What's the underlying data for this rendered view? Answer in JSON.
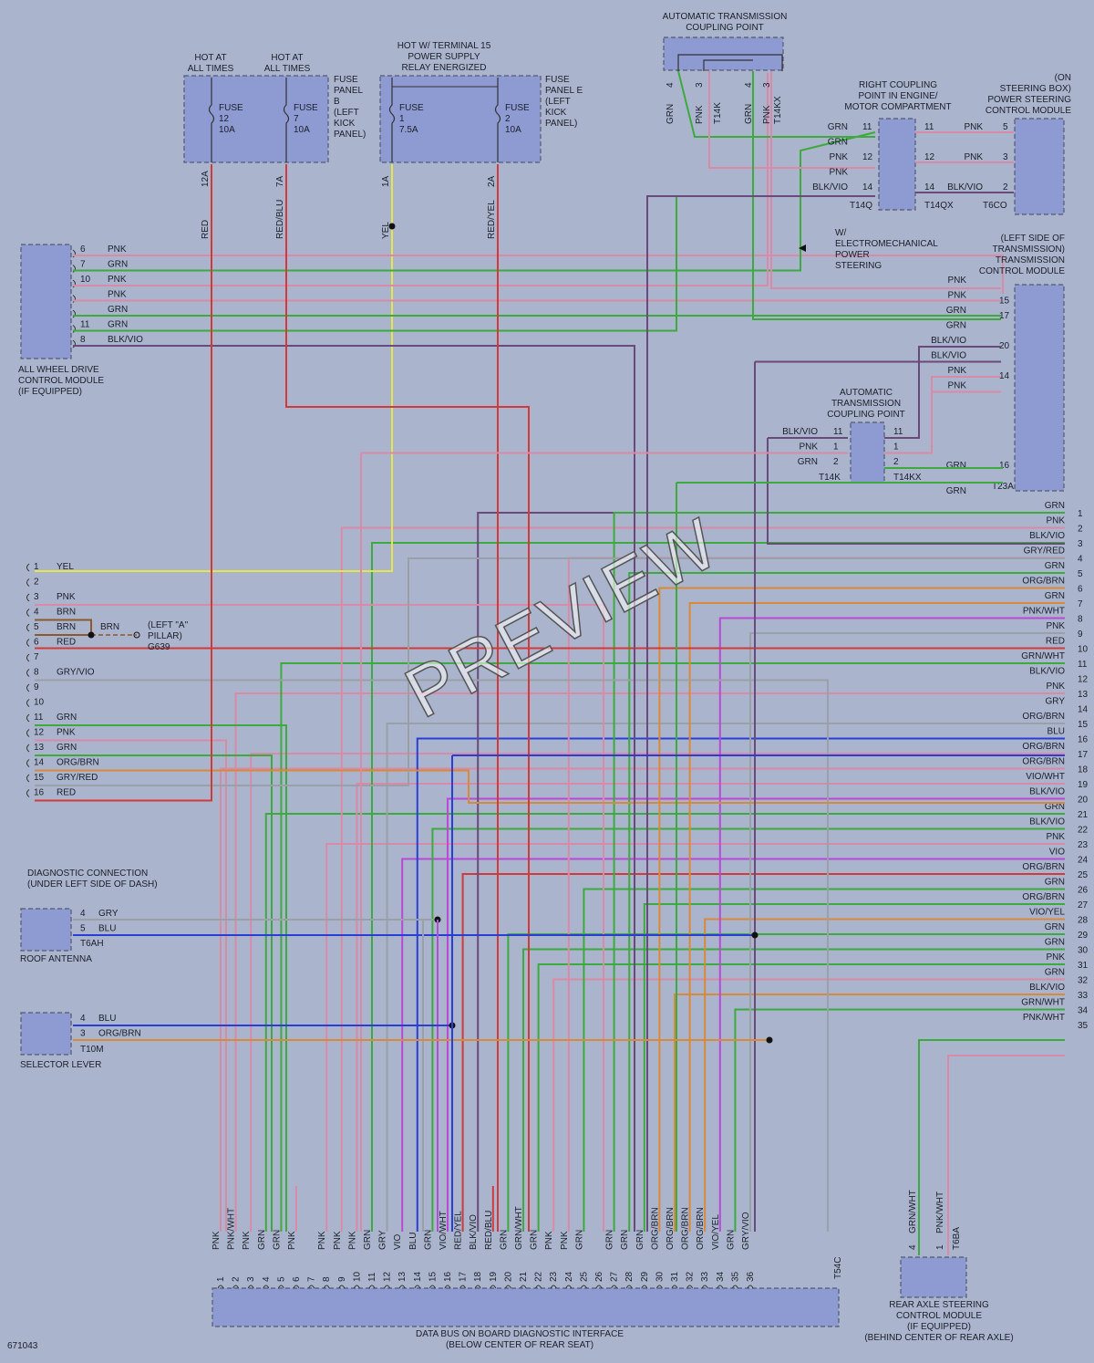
{
  "diagram_id": "671043",
  "watermark": "PREVIEW",
  "labels": {
    "hot_always_1": "HOT AT\nALL TIMES",
    "hot_always_2": "HOT AT\nALL TIMES",
    "hot_terminal15": "HOT W/ TERMINAL 15\nPOWER SUPPLY\nRELAY ENERGIZED",
    "fuse_panel_b": "FUSE\nPANEL\nB\n(LEFT\nKICK\nPANEL)",
    "fuse_panel_e": "FUSE\nPANEL E\n(LEFT\nKICK\nPANEL)",
    "atcp_top": "AUTOMATIC TRANSMISSION\nCOUPLING POINT",
    "right_coupling": "RIGHT COUPLING\nPOINT IN ENGINE/\nMOTOR COMPARTMENT",
    "steering_module": "(ON\nSTEERING BOX)\nPOWER STEERING\nCONTROL MODULE",
    "electromech": "W/\nELECTROMECHANICAL\nPOWER\nSTEERING",
    "tcm": "(LEFT SIDE OF\nTRANSMISSION)\nTRANSMISSION\nCONTROL MODULE",
    "awd": "ALL WHEEL DRIVE\nCONTROL MODULE\n(IF EQUIPPED)",
    "atcp_mid": "AUTOMATIC\nTRANSMISSION\nCOUPLING POINT",
    "left_a_pillar": "(LEFT \"A\"\nPILLAR)\nG639",
    "diag_conn": "DIAGNOSTIC CONNECTION\n(UNDER LEFT SIDE OF DASH)",
    "roof_antenna": "ROOF ANTENNA",
    "selector_lever": "SELECTOR LEVER",
    "gateway": "DATA BUS ON BOARD DIAGNOSTIC INTERFACE\n(BELOW CENTER OF REAR SEAT)",
    "rear_axle": "REAR AXLE STEERING\nCONTROL MODULE\n(IF EQUIPPED)\n(BEHIND CENTER OF REAR AXLE)"
  },
  "fuses": [
    {
      "name": "FUSE\n12\n10A",
      "circuit": "12A",
      "wire": "RED"
    },
    {
      "name": "FUSE\n7\n10A",
      "circuit": "7A",
      "wire": "RED/BLU"
    },
    {
      "name": "FUSE\n1\n7.5A",
      "circuit": "1A",
      "wire": "YEL"
    },
    {
      "name": "FUSE\n2\n10A",
      "circuit": "2A",
      "wire": "RED/YEL"
    }
  ],
  "connectors": {
    "t14q": "T14Q",
    "t14qx": "T14QX",
    "t6co": "T6CO",
    "t14k": "T14K",
    "t14kx": "T14KX",
    "t23a": "T23A",
    "t6ah": "T6AH",
    "t10m": "T10M",
    "t54c": "T54C",
    "t6ba": "T6BA"
  },
  "top_coupling_wires": [
    {
      "pin": "4",
      "wire": "GRN"
    },
    {
      "pin": "3",
      "wire": "PNK"
    },
    {
      "pin": "",
      "wire": "T14K"
    },
    {
      "pin": "4",
      "wire": "GRN"
    },
    {
      "pin": "3",
      "wire": "PNK"
    },
    {
      "pin": "",
      "wire": "T14KX"
    }
  ],
  "right_coupling_rows": [
    {
      "left": "GRN",
      "lpin": "11",
      "rpin": "11",
      "right": "PNK",
      "mpin": "5"
    },
    {
      "left": "GRN",
      "lpin": "",
      "rpin": "",
      "right": "",
      "mpin": ""
    },
    {
      "left": "PNK",
      "lpin": "12",
      "rpin": "12",
      "right": "PNK",
      "mpin": "3"
    },
    {
      "left": "PNK",
      "lpin": "",
      "rpin": "",
      "right": "",
      "mpin": ""
    },
    {
      "left": "BLK/VIO",
      "lpin": "14",
      "rpin": "14",
      "right": "BLK/VIO",
      "mpin": "2"
    }
  ],
  "awd_pins": [
    {
      "pin": "6",
      "wire": "PNK"
    },
    {
      "pin": "7",
      "wire": "GRN"
    },
    {
      "pin": "10",
      "wire": "PNK"
    },
    {
      "pin": "",
      "wire": "PNK"
    },
    {
      "pin": "",
      "wire": "GRN"
    },
    {
      "pin": "11",
      "wire": "GRN"
    },
    {
      "pin": "8",
      "wire": "BLK/VIO"
    }
  ],
  "tcm_pins": [
    {
      "pin": "",
      "wire": "PNK"
    },
    {
      "pin": "15",
      "wire": "PNK"
    },
    {
      "pin": "17",
      "wire": "GRN"
    },
    {
      "pin": "",
      "wire": "GRN"
    },
    {
      "pin": "20",
      "wire": "BLK/VIO"
    },
    {
      "pin": "",
      "wire": "BLK/VIO"
    },
    {
      "pin": "14",
      "wire": "PNK"
    },
    {
      "pin": "",
      "wire": "PNK"
    }
  ],
  "mid_coupling_rows": [
    {
      "left": "BLK/VIO",
      "lpin": "11",
      "rpin": "11"
    },
    {
      "left": "PNK",
      "lpin": "1",
      "rpin": "1"
    },
    {
      "left": "GRN",
      "lpin": "2",
      "rpin": "2",
      "right": "GRN",
      "mpin": "16"
    }
  ],
  "tcm_extra_grn": "GRN",
  "diag_pins": [
    {
      "pin": "1",
      "wire": "YEL"
    },
    {
      "pin": "2",
      "wire": ""
    },
    {
      "pin": "3",
      "wire": "PNK"
    },
    {
      "pin": "4",
      "wire": "BRN"
    },
    {
      "pin": "5",
      "wire": "BRN"
    },
    {
      "pin": "6",
      "wire": "RED"
    },
    {
      "pin": "7",
      "wire": ""
    },
    {
      "pin": "8",
      "wire": "GRY/VIO"
    },
    {
      "pin": "9",
      "wire": ""
    },
    {
      "pin": "10",
      "wire": ""
    },
    {
      "pin": "11",
      "wire": "GRN"
    },
    {
      "pin": "12",
      "wire": "PNK"
    },
    {
      "pin": "13",
      "wire": "GRN"
    },
    {
      "pin": "14",
      "wire": "ORG/BRN"
    },
    {
      "pin": "15",
      "wire": "GRY/RED"
    },
    {
      "pin": "16",
      "wire": "RED"
    }
  ],
  "ground_wire": "BRN",
  "roof_pins": [
    {
      "pin": "4",
      "wire": "GRY"
    },
    {
      "pin": "5",
      "wire": "BLU"
    }
  ],
  "selector_pins": [
    {
      "pin": "4",
      "wire": "BLU"
    },
    {
      "pin": "3",
      "wire": "ORG/BRN"
    }
  ],
  "right_list": [
    {
      "n": "1",
      "w": "GRN"
    },
    {
      "n": "2",
      "w": "PNK"
    },
    {
      "n": "3",
      "w": "BLK/VIO"
    },
    {
      "n": "4",
      "w": "GRY/RED"
    },
    {
      "n": "5",
      "w": "GRN"
    },
    {
      "n": "6",
      "w": "ORG/BRN"
    },
    {
      "n": "7",
      "w": "GRN"
    },
    {
      "n": "8",
      "w": "PNK/WHT"
    },
    {
      "n": "9",
      "w": "PNK"
    },
    {
      "n": "10",
      "w": "RED"
    },
    {
      "n": "11",
      "w": "GRN/WHT"
    },
    {
      "n": "12",
      "w": "BLK/VIO"
    },
    {
      "n": "13",
      "w": "PNK"
    },
    {
      "n": "14",
      "w": "GRY"
    },
    {
      "n": "15",
      "w": "ORG/BRN"
    },
    {
      "n": "16",
      "w": "BLU"
    },
    {
      "n": "17",
      "w": "ORG/BRN"
    },
    {
      "n": "18",
      "w": "ORG/BRN"
    },
    {
      "n": "19",
      "w": "VIO/WHT"
    },
    {
      "n": "20",
      "w": "BLK/VIO"
    },
    {
      "n": "21",
      "w": "GRN"
    },
    {
      "n": "22",
      "w": "BLK/VIO"
    },
    {
      "n": "23",
      "w": "PNK"
    },
    {
      "n": "24",
      "w": "VIO"
    },
    {
      "n": "25",
      "w": "ORG/BRN"
    },
    {
      "n": "26",
      "w": "GRN"
    },
    {
      "n": "27",
      "w": "ORG/BRN"
    },
    {
      "n": "28",
      "w": "VIO/YEL"
    },
    {
      "n": "29",
      "w": "GRN"
    },
    {
      "n": "30",
      "w": "GRN"
    },
    {
      "n": "31",
      "w": "PNK"
    },
    {
      "n": "32",
      "w": "GRN"
    },
    {
      "n": "33",
      "w": "BLK/VIO"
    },
    {
      "n": "34",
      "w": "GRN/WHT"
    },
    {
      "n": "35",
      "w": "PNK/WHT"
    }
  ],
  "bottom_pins": [
    {
      "n": "1",
      "w": "PNK"
    },
    {
      "n": "2",
      "w": "PNK/WHT"
    },
    {
      "n": "3",
      "w": "PNK"
    },
    {
      "n": "4",
      "w": "GRN"
    },
    {
      "n": "5",
      "w": "GRN"
    },
    {
      "n": "6",
      "w": "PNK"
    },
    {
      "n": "7",
      "w": ""
    },
    {
      "n": "8",
      "w": "PNK"
    },
    {
      "n": "9",
      "w": "PNK"
    },
    {
      "n": "10",
      "w": "PNK"
    },
    {
      "n": "11",
      "w": "GRN"
    },
    {
      "n": "12",
      "w": "GRY"
    },
    {
      "n": "13",
      "w": "VIO"
    },
    {
      "n": "14",
      "w": "BLU"
    },
    {
      "n": "15",
      "w": "GRN"
    },
    {
      "n": "16",
      "w": "VIO/WHT"
    },
    {
      "n": "17",
      "w": "RED/YEL"
    },
    {
      "n": "18",
      "w": "BLK/VIO"
    },
    {
      "n": "19",
      "w": "RED/BLU"
    },
    {
      "n": "20",
      "w": "GRN"
    },
    {
      "n": "21",
      "w": "GRN/WHT"
    },
    {
      "n": "22",
      "w": "GRN"
    },
    {
      "n": "23",
      "w": "PNK"
    },
    {
      "n": "24",
      "w": "PNK"
    },
    {
      "n": "25",
      "w": "GRN"
    },
    {
      "n": "26",
      "w": ""
    },
    {
      "n": "27",
      "w": "GRN"
    },
    {
      "n": "28",
      "w": "GRN"
    },
    {
      "n": "29",
      "w": "GRN"
    },
    {
      "n": "30",
      "w": "ORG/BRN"
    },
    {
      "n": "31",
      "w": "ORG/BRN"
    },
    {
      "n": "32",
      "w": "ORG/BRN"
    },
    {
      "n": "33",
      "w": "ORG/BRN"
    },
    {
      "n": "34",
      "w": "VIO/YEL"
    },
    {
      "n": "35",
      "w": "GRN"
    },
    {
      "n": "36",
      "w": "GRY/VIO"
    }
  ],
  "rear_pins": [
    {
      "pin": "4",
      "wire": "GRN/WHT"
    },
    {
      "pin": "1",
      "wire": "PNK/WHT"
    }
  ],
  "colors": {
    "RED": "#d23a3a",
    "PNK": "#d98aa6",
    "GRN": "#3caa3c",
    "YEL": "#e6e64a",
    "BLU": "#2a3ed6",
    "GRY": "#9aa0a8",
    "VIO": "#b84ad6",
    "BLK": "#6a4a7a",
    "ORG": "#d88a3a",
    "BRN": "#8a5a2a",
    "bg": "#aab4cc"
  }
}
